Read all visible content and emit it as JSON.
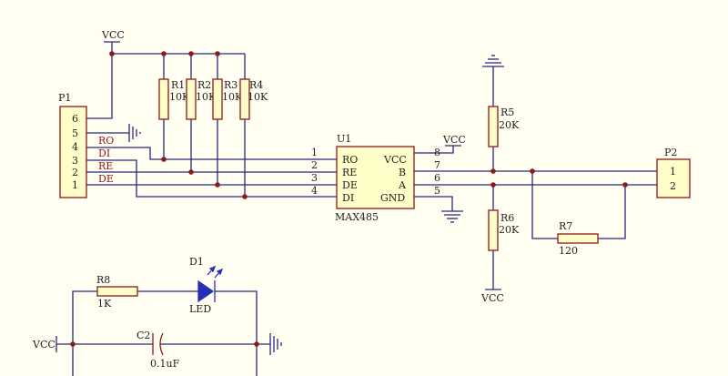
{
  "power": {
    "vcc_label": "VCC"
  },
  "pullups": [
    {
      "ref": "R1",
      "value": "10K"
    },
    {
      "ref": "R2",
      "value": "10K"
    },
    {
      "ref": "R3",
      "value": "10K"
    },
    {
      "ref": "R4",
      "value": "10K"
    }
  ],
  "p1": {
    "ref": "P1",
    "pins": [
      "6",
      "5",
      "4",
      "3",
      "2",
      "1"
    ],
    "nets": [
      "RO",
      "DI",
      "RE",
      "DE"
    ]
  },
  "u1": {
    "ref": "U1",
    "part": "MAX485",
    "left_pins": [
      {
        "num": "1",
        "name": "RO"
      },
      {
        "num": "2",
        "name": "RE"
      },
      {
        "num": "3",
        "name": "DE"
      },
      {
        "num": "4",
        "name": "DI"
      }
    ],
    "right_pins": [
      {
        "num": "8",
        "name": "VCC"
      },
      {
        "num": "7",
        "name": "B"
      },
      {
        "num": "6",
        "name": "A"
      },
      {
        "num": "5",
        "name": "GND"
      }
    ]
  },
  "bias": [
    {
      "ref": "R5",
      "value": "20K"
    },
    {
      "ref": "R6",
      "value": "20K"
    }
  ],
  "terminator": {
    "ref": "R7",
    "value": "120"
  },
  "p2": {
    "ref": "P2",
    "pins": [
      "1",
      "2"
    ]
  },
  "indicator": {
    "resistor": {
      "ref": "R8",
      "value": "1K"
    },
    "led": {
      "ref": "D1",
      "label": "LED"
    },
    "capacitor": {
      "ref": "C2",
      "value": "0.1uF"
    }
  }
}
